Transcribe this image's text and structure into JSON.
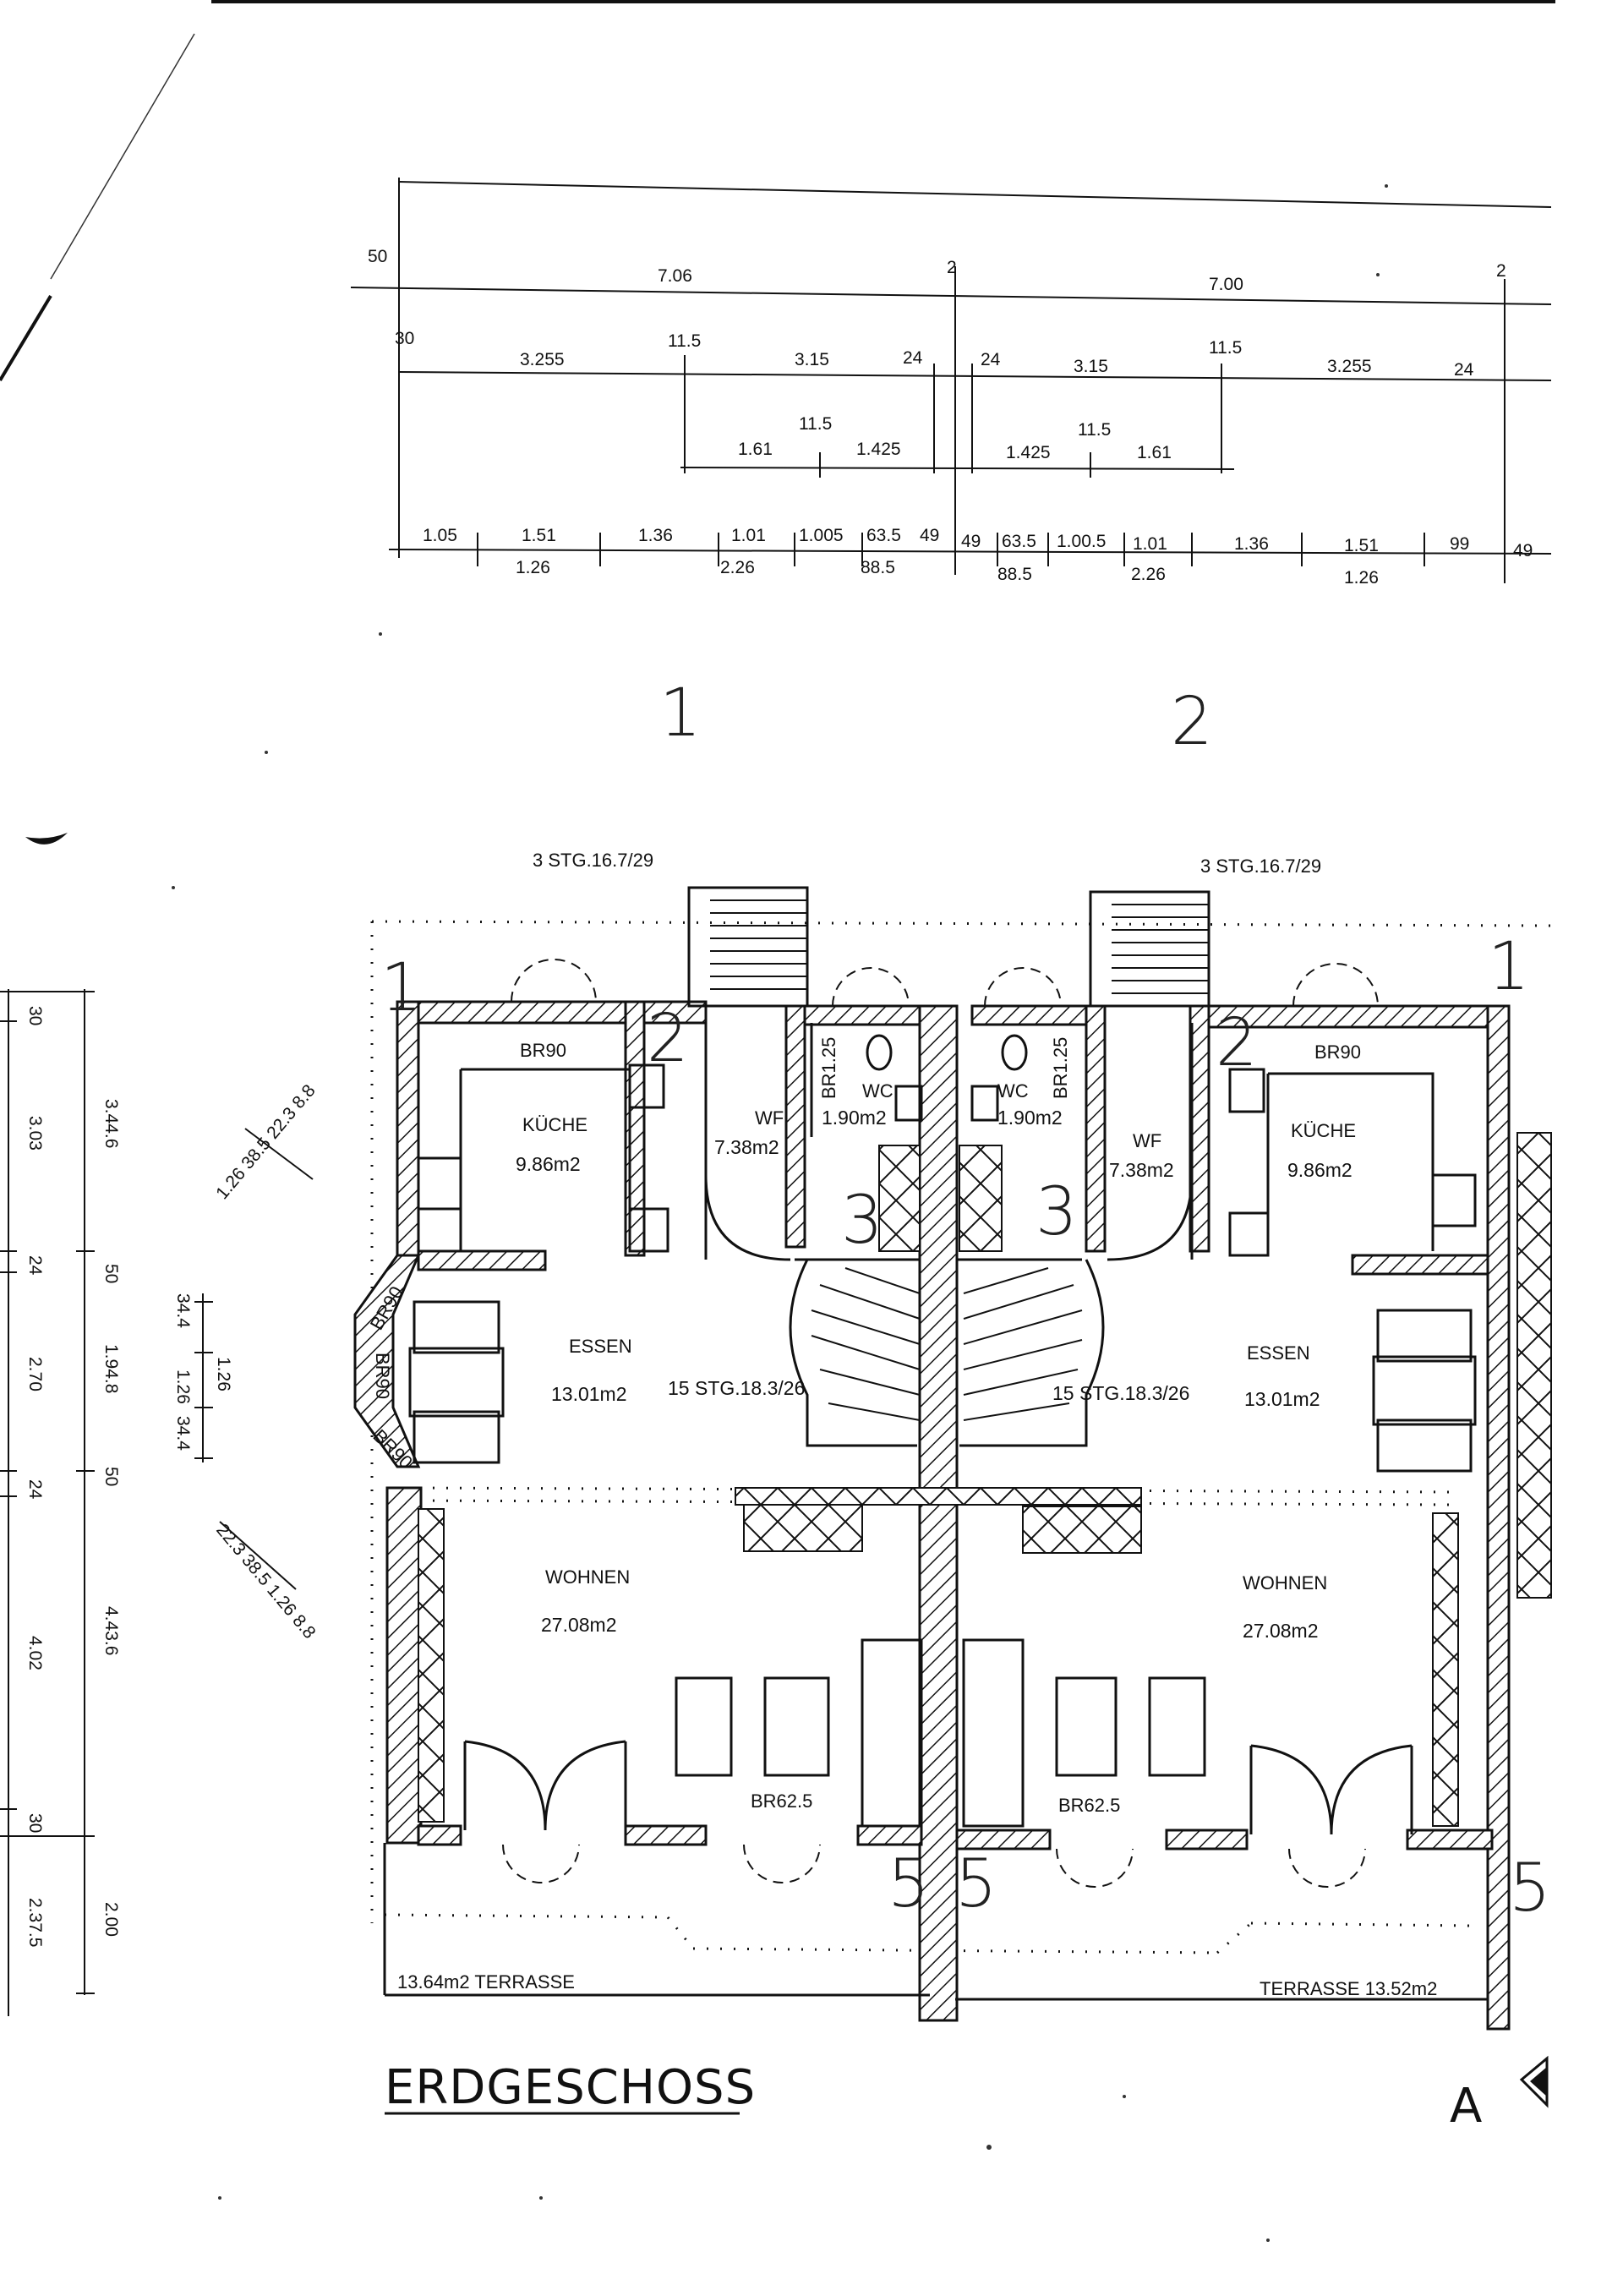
{
  "top_dims": {
    "row1": [
      "50",
      "7.06",
      "2",
      "7.00",
      "2"
    ],
    "row2": [
      "30",
      "3.255",
      "11.5",
      "3.15",
      "24",
      "24",
      "3.15",
      "11.5",
      "3.255",
      "24"
    ],
    "row3": [
      "1.61",
      "11.5",
      "1.425",
      "1.425",
      "11.5",
      "1.61"
    ],
    "row4_top": [
      "1.05",
      "1.51",
      "1.36",
      "1.01",
      "1.005",
      "63.5",
      "49",
      "49",
      "63.5",
      "1.00.5",
      "1.01",
      "1.36",
      "1.51",
      "99",
      "49"
    ],
    "row4_bottom": [
      "1.26",
      "2.26",
      "88.5",
      "88.5",
      "2.26",
      "1.26"
    ]
  },
  "house_numbers": [
    "1",
    "2"
  ],
  "stairs_top": [
    "3 STG.16.7/29",
    "3 STG.16.7/29"
  ],
  "left_dims": {
    "outer": [
      "30",
      "3.03",
      "24",
      "2.70",
      "24",
      "4.02",
      "30",
      "2.37.5"
    ],
    "inner": [
      "3.44.6",
      "50",
      "1.94.8",
      "50",
      "4.43.6",
      "2.00"
    ],
    "window": [
      "34.4",
      "1.26",
      "34.4",
      "1.26"
    ],
    "diag_top": "1.26 38.5 22.3 8.8",
    "diag_bottom": "22.3 38.5 1.26 8.8"
  },
  "rooms_left": {
    "kitchen": "KÜCHE",
    "kitchen_area": "9.86m2",
    "wf": "WF",
    "wf_area": "7.38m2",
    "wc": "WC",
    "wc_area": "1.90m2",
    "dining": "ESSEN",
    "dining_area": "13.01m2",
    "stairs": "15 STG.18.3/26",
    "living": "WOHNEN",
    "living_area": "27.08m2",
    "terrace": "13.64m2 TERRASSE"
  },
  "rooms_right": {
    "kitchen": "KÜCHE",
    "kitchen_area": "9.86m2",
    "wf": "WF",
    "wf_area": "7.38m2",
    "wc": "WC",
    "wc_area": "1.90m2",
    "dining": "ESSEN",
    "dining_area": "13.01m2",
    "stairs": "15 STG.18.3/26",
    "living": "WOHNEN",
    "living_area": "27.08m2",
    "terrace": "TERRASSE 13.52m2"
  },
  "window_labels": [
    "BR90",
    "BR90",
    "BR90",
    "BR90",
    "BR90",
    "BR1.25",
    "BR1.25",
    "BR62.5",
    "BR62.5"
  ],
  "markers": [
    "1",
    "2",
    "3",
    "5",
    "5",
    "3",
    "2",
    "1",
    "5"
  ],
  "plan_title": "ERDGESCHOSS",
  "section_mark": "A"
}
